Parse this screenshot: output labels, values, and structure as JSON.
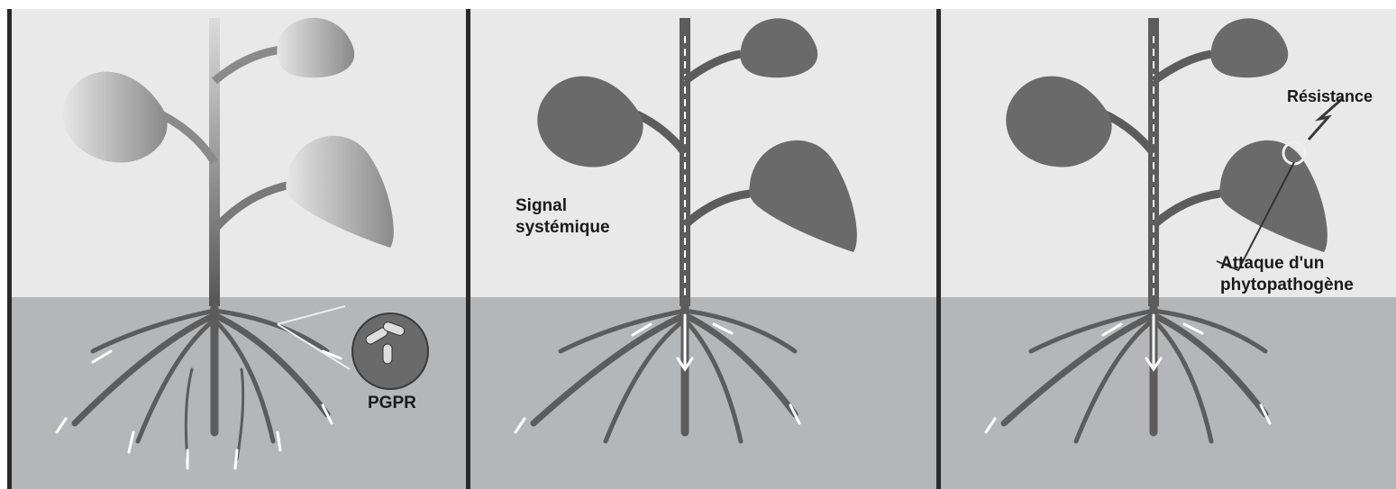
{
  "panels": [
    {
      "id": "panel-1",
      "labels": {
        "bacteria": "PGPR"
      }
    },
    {
      "id": "panel-2",
      "labels": {
        "signal": [
          "Signal",
          "systémique"
        ]
      }
    },
    {
      "id": "panel-3",
      "labels": {
        "resistance": "Résistance",
        "attack": [
          "Attaque d'un",
          "phytopathogène"
        ]
      }
    }
  ],
  "colors": {
    "sky": "#e9e9e9",
    "soil": "#b5b6b8",
    "plant_dark": "#5c5c5c",
    "leaf_light": "#d8d8d8",
    "leaf_dark": "#6a6a6a",
    "divider": "#2a2a2a"
  }
}
